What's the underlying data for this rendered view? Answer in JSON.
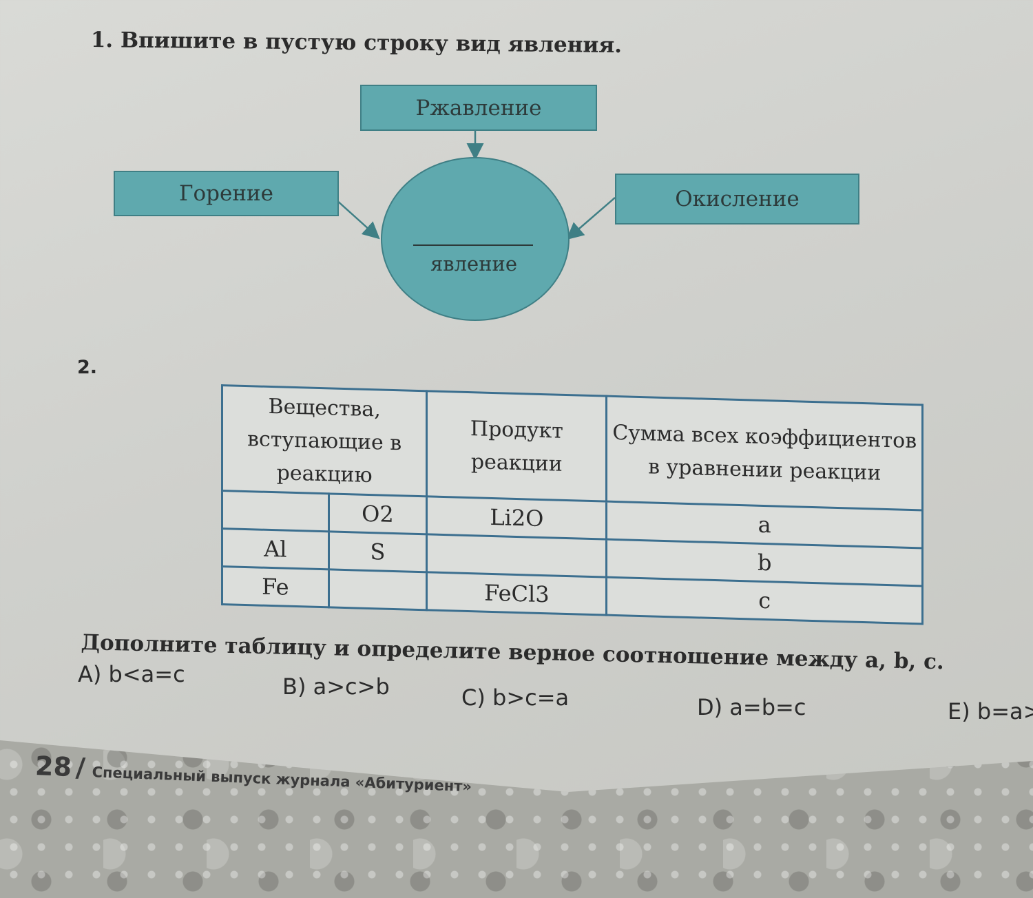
{
  "task1": {
    "title": "1. Впишите в пустую строку вид явления.",
    "top_box": "Ржавление",
    "left_box": "Горение",
    "right_box": "Окисление",
    "center_label": "явление"
  },
  "task2": {
    "number": "2.",
    "table": {
      "headers": [
        "Вещества, вступающие в реакцию",
        "Продукт реакции",
        "Сумма всех коэффициентов в уравнении реакции"
      ],
      "rows": [
        {
          "reactant1": "",
          "reactant2": "O2",
          "product": "Li2O",
          "sum": "a"
        },
        {
          "reactant1": "Al",
          "reactant2": "S",
          "product": "",
          "sum": "b"
        },
        {
          "reactant1": "Fe",
          "reactant2": "",
          "product": "FeCl3",
          "sum": "c"
        }
      ]
    },
    "question": "Дополните таблицу и определите верное соотношение между a, b, c.",
    "options": [
      {
        "label": "A)",
        "text": "b<a=c"
      },
      {
        "label": "B)",
        "text": "a>c>b"
      },
      {
        "label": "C)",
        "text": "b>c=a"
      },
      {
        "label": "D)",
        "text": "a=b=c"
      },
      {
        "label": "E)",
        "text": "b=a>c"
      }
    ]
  },
  "footer": {
    "page_number": "28",
    "separator": "/",
    "journal": "Специальный выпуск журнала «Абитуриент»"
  },
  "colors": {
    "box_fill": "#5fa9ae",
    "box_border": "#3f7f85",
    "table_border": "#3c6f8f"
  }
}
